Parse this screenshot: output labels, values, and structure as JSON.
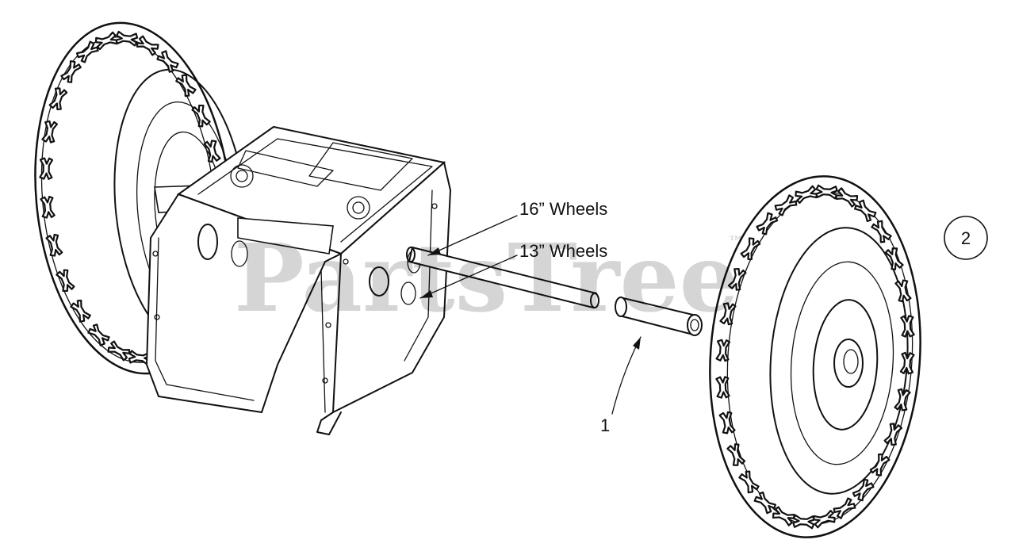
{
  "labels": {
    "wheels_16": "16” Wheels",
    "wheels_13": "13” Wheels",
    "callout_1": "1",
    "callout_2": "2"
  },
  "watermark": {
    "text": "PartsTree",
    "mark": "™"
  },
  "icons": [
    "left-wheel-icon",
    "right-wheel-icon",
    "frame-housing-icon",
    "axle-icon",
    "spacer-tube-icon"
  ]
}
